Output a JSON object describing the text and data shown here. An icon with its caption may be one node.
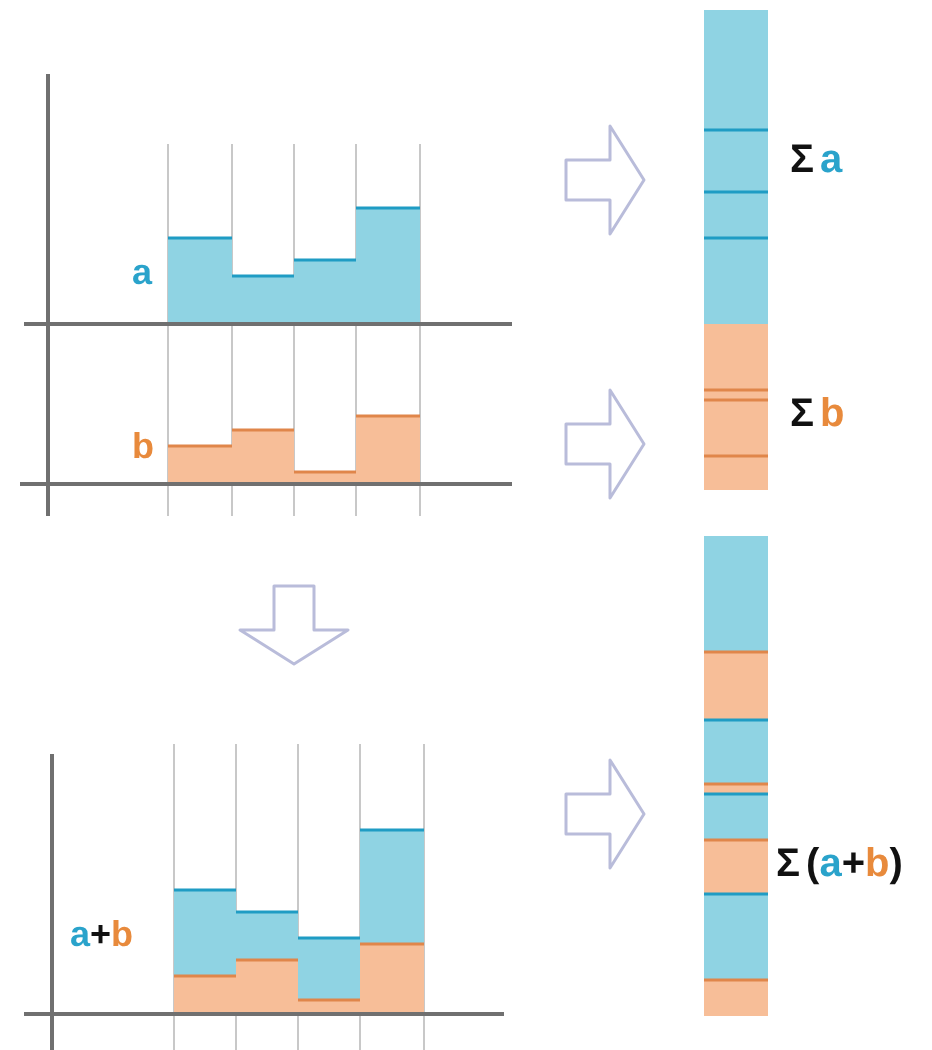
{
  "diagram": {
    "nodes": [
      {
        "text": [
          "a"
        ]
      },
      {
        "text": [
          "b"
        ]
      },
      {
        "text": [
          "Σa"
        ]
      },
      {
        "text": [
          "Σb"
        ]
      },
      {
        "text": [
          "a+b"
        ]
      },
      {
        "text": [
          "Σ(a+b)"
        ]
      }
    ],
    "edges": [
      {
        "from": 0,
        "to": 2,
        "arrow": "to"
      },
      {
        "from": 1,
        "to": 3,
        "arrow": "to"
      },
      {
        "from": 1,
        "to": 4,
        "arrow": "to"
      },
      {
        "from": 4,
        "to": 5,
        "arrow": "to"
      }
    ]
  }
}
